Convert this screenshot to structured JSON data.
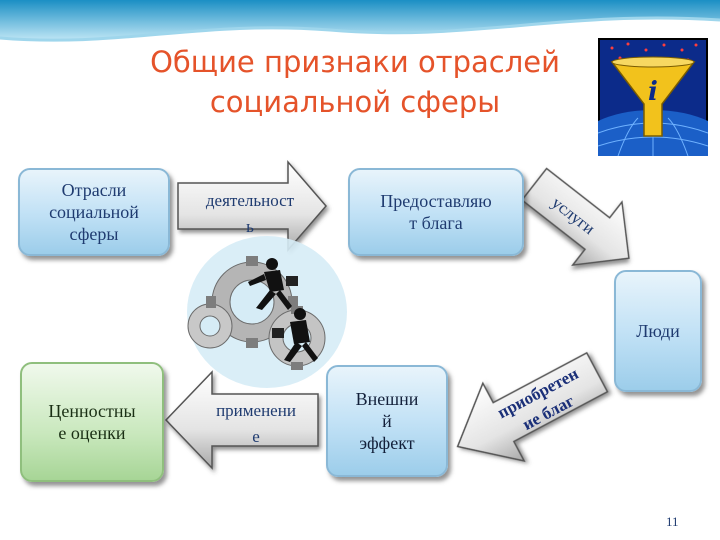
{
  "title": {
    "line1": "Общие признаки отраслей",
    "line2": "социальной сферы"
  },
  "nodes": {
    "sectors": [
      "Отрасли",
      "социальной",
      "сферы"
    ],
    "provides": [
      "Предоставляю",
      "т благ",
      "а"
    ],
    "people": "Люди",
    "external": [
      "Внешни",
      "й",
      "эффект"
    ],
    "values": [
      "Ценностны",
      "е оценки"
    ]
  },
  "arrows": {
    "activity": [
      "деятельност",
      "ь"
    ],
    "services": "услуги",
    "acquisition": [
      "приобретен",
      "ие благ"
    ],
    "application": [
      "применени",
      "е"
    ]
  },
  "page_number": "11",
  "colors": {
    "title": "#e5532a",
    "node_blue": "#bfe0f5",
    "node_green": "#c9e8bd",
    "text": "#1f3b70"
  },
  "icons": {
    "logo": "funnel-info-icon",
    "illustration": "gears-runners-illustration"
  }
}
